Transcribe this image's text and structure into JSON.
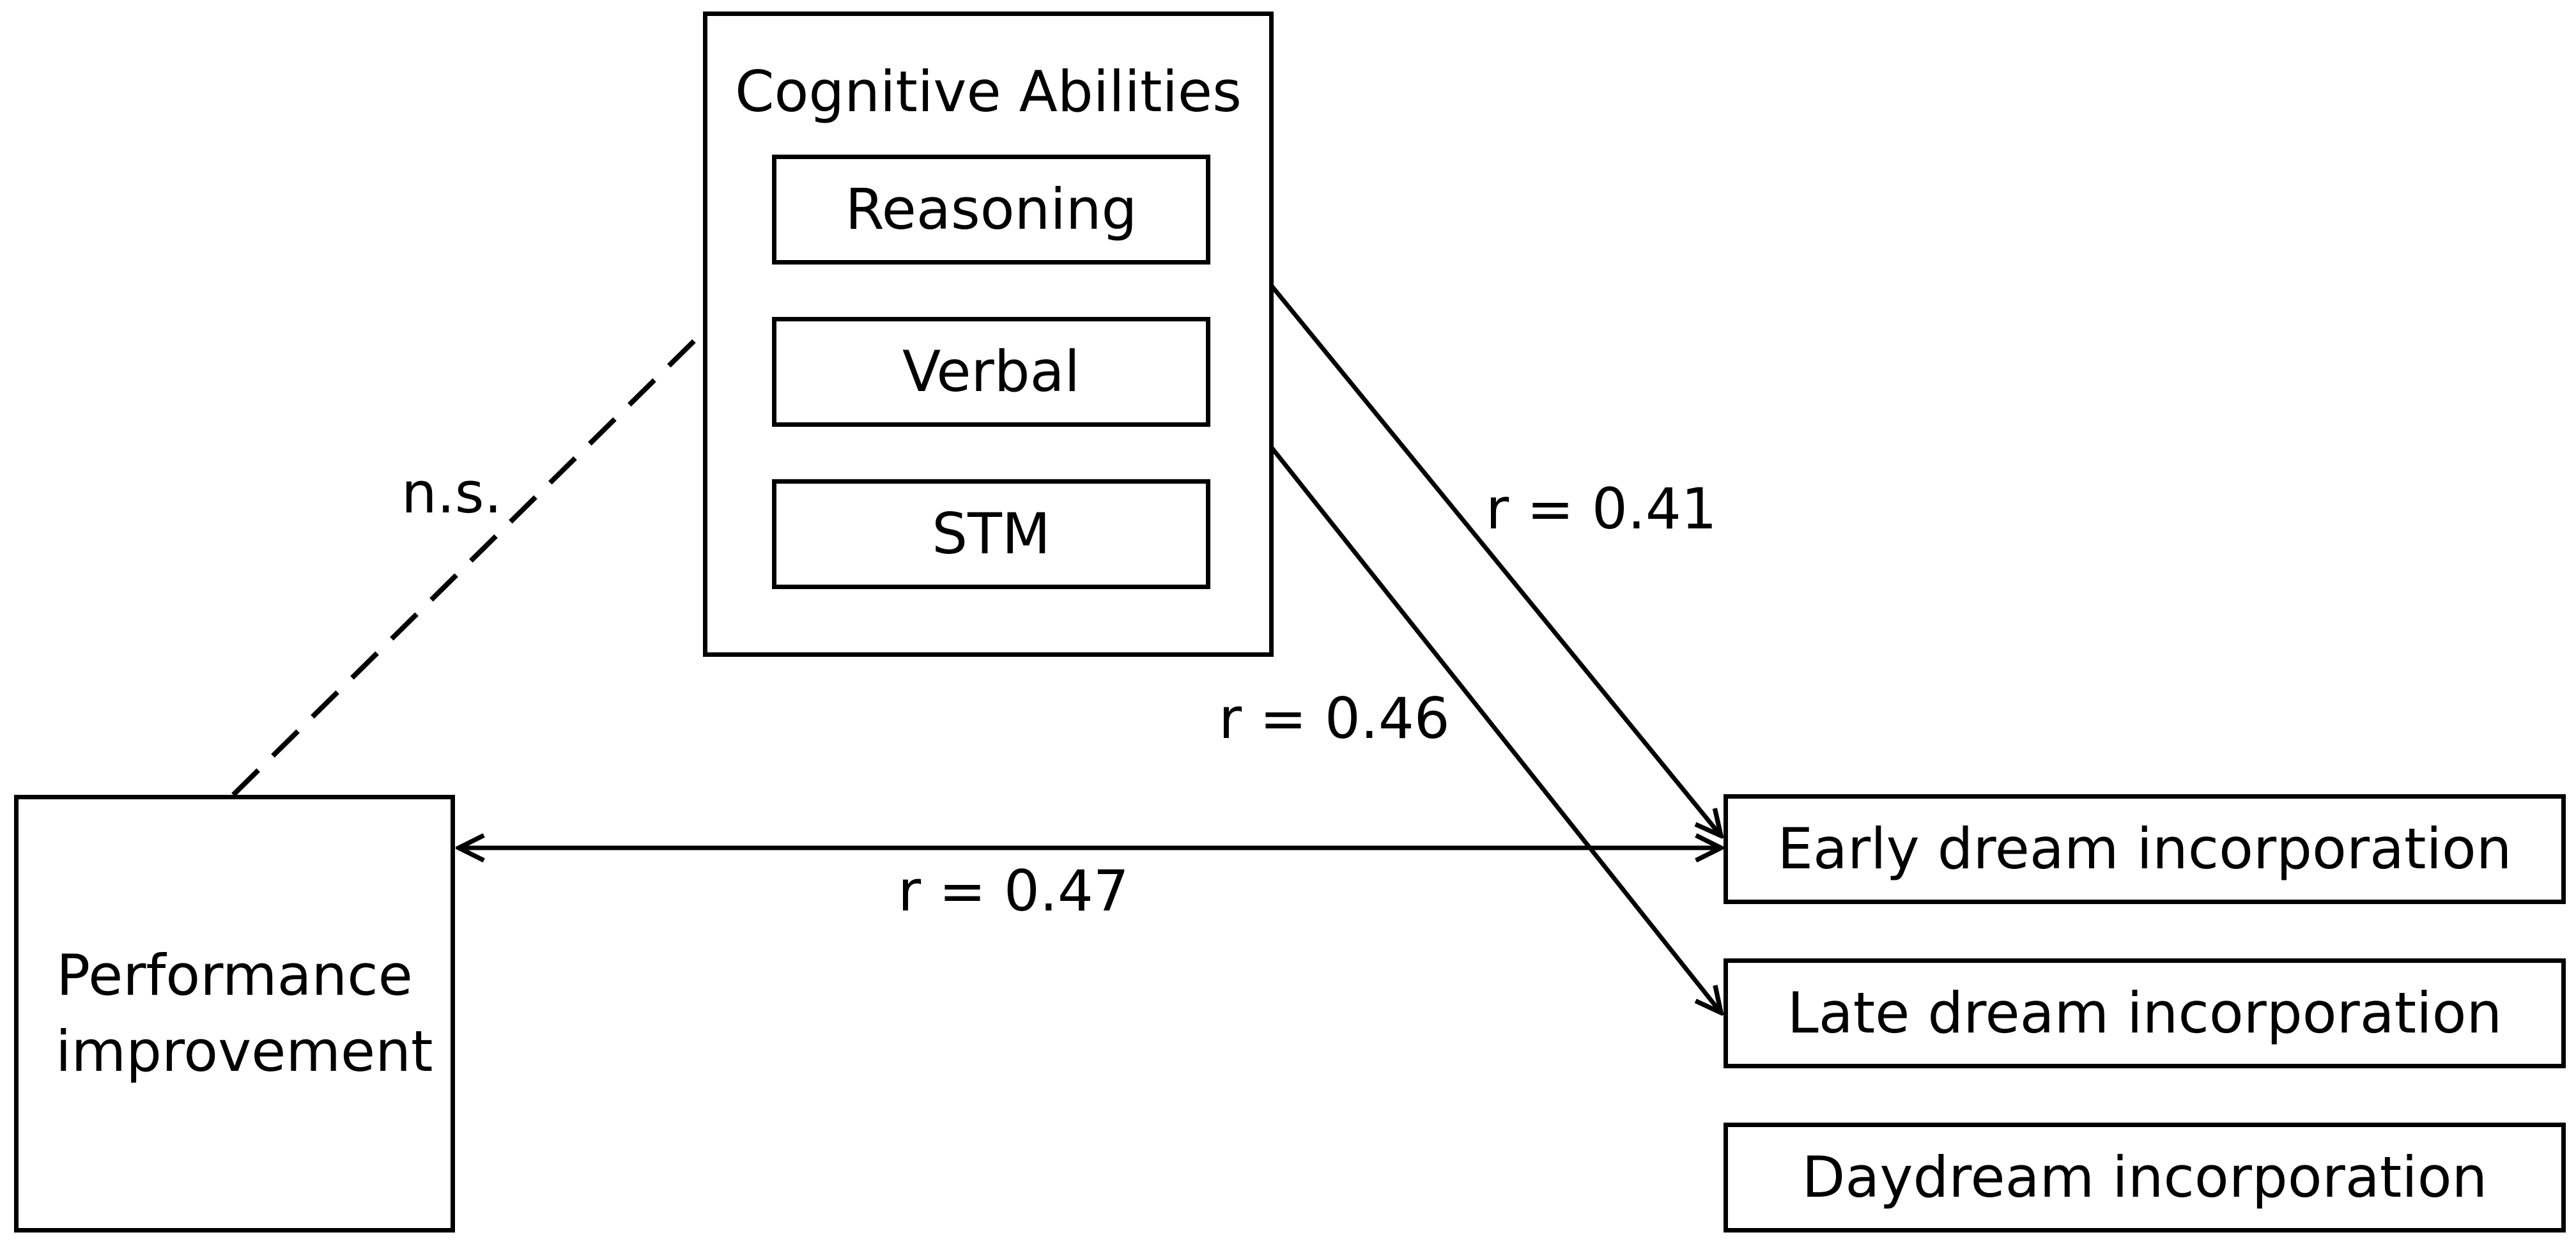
{
  "diagram": {
    "cognitive_abilities": {
      "title": "Cognitive Abilities",
      "items": [
        "Reasoning",
        "Verbal",
        "STM"
      ]
    },
    "performance": {
      "label": "Performance improvement"
    },
    "dream_measures": [
      "Early dream incorporation",
      "Late dream incorporation",
      "Daydream incorporation"
    ],
    "relations": {
      "ns": "n.s.",
      "reasoning_early": "r = 0.41",
      "verbal_late": "r = 0.46",
      "performance_early": "r = 0.47"
    }
  }
}
